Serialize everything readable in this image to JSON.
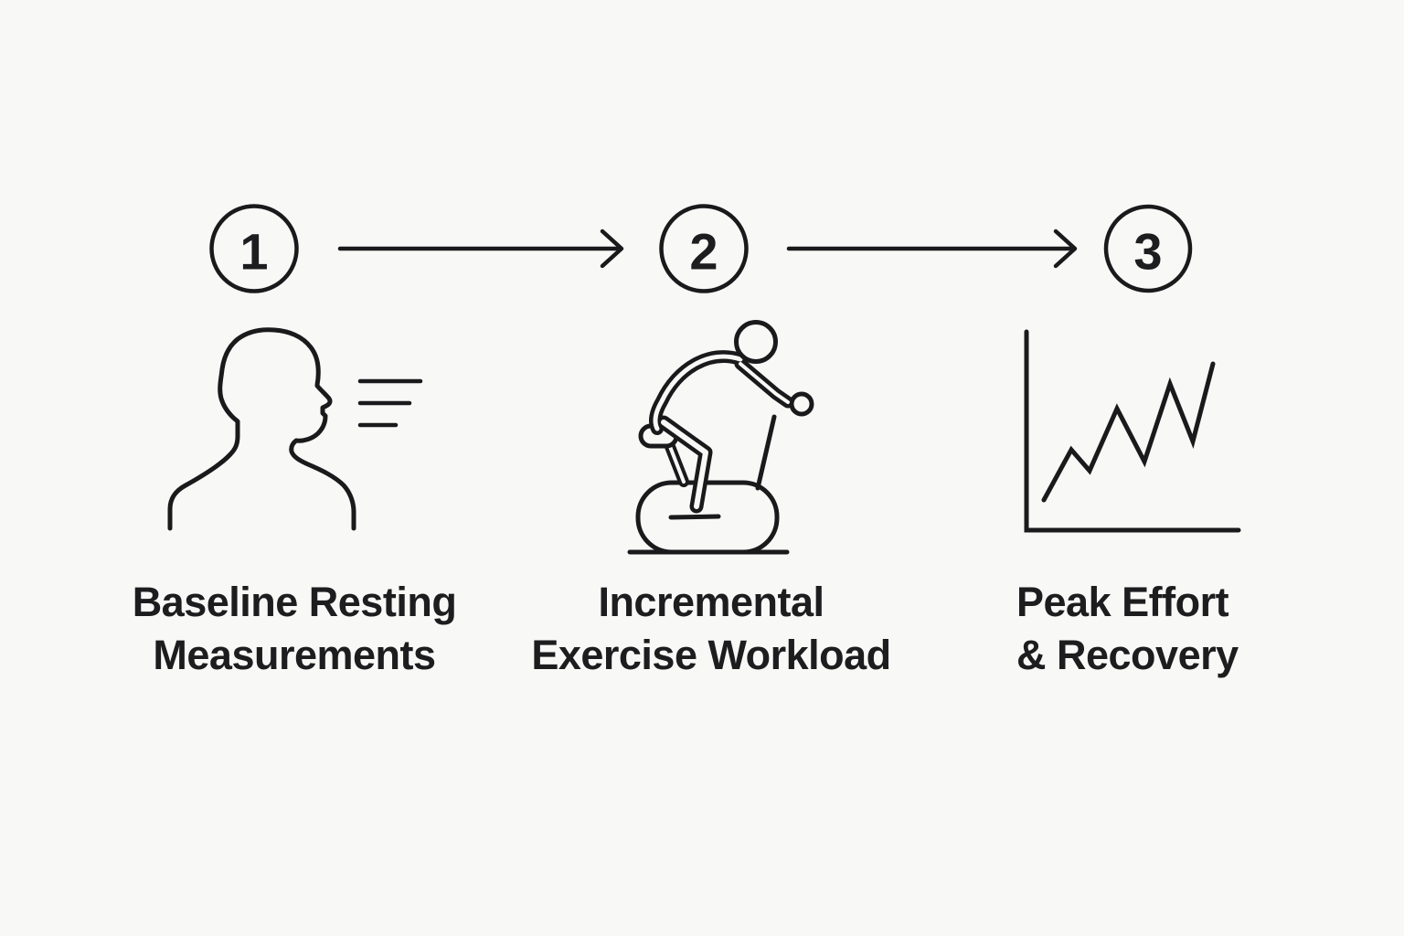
{
  "diagram": {
    "type": "process-flow",
    "step_count": 3,
    "colors": {
      "background": "#f8f8f6",
      "line": "#1a1a1c",
      "text": "#1d1d1f"
    },
    "steps": [
      {
        "number": "1",
        "icon": "person-breathing-icon",
        "label_lines": [
          "Baseline Resting",
          "Measurements"
        ]
      },
      {
        "number": "2",
        "icon": "exercise-bike-icon",
        "label_lines": [
          "Incremental",
          "Exercise Workload"
        ]
      },
      {
        "number": "3",
        "icon": "line-chart-icon",
        "label_lines": [
          "Peak Effort",
          "& Recovery"
        ]
      }
    ]
  }
}
